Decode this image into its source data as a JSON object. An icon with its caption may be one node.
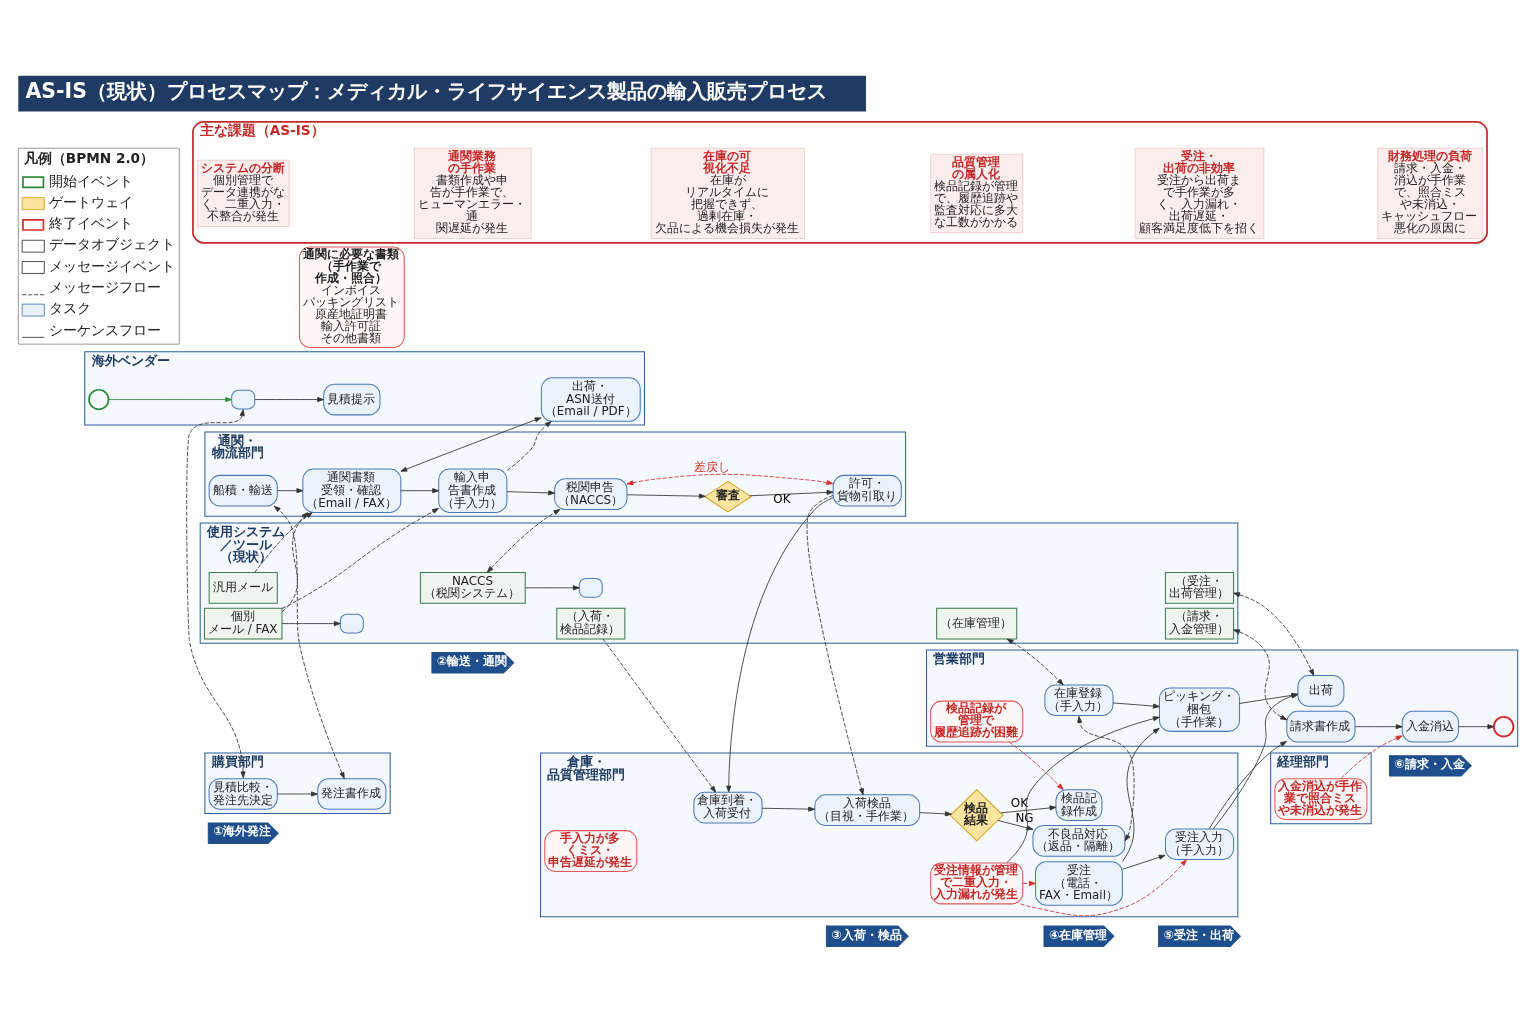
{
  "diagram": {
    "title": "AS-IS（現状）プロセスマップ：メディカル・ライフサイエンス製品の輸入販売プロセス",
    "nodes": [
      {
        "text": [
          "①海外発注"
        ]
      },
      {
        "text": [
          "②輸送・通関"
        ]
      },
      {
        "text": [
          "③入荷・検品"
        ]
      },
      {
        "text": [
          "④在庫管理"
        ]
      },
      {
        "text": [
          "⑤受注・出荷"
        ]
      },
      {
        "text": [
          "⑥請求・入金"
        ]
      },
      {
        "text": [
          "海外ベンダー"
        ]
      },
      {
        "text": [],
        "shape": "circle",
        "in": 6
      },
      {
        "text": [],
        "shape": "envelope",
        "in": 6
      },
      {
        "text": [
          "見積提示"
        ],
        "in": 6
      },
      {
        "text": [
          "出荷・ASN送付（Email / PDF）"
        ],
        "in": 6
      },
      {
        "text": [
          "購買部門"
        ]
      },
      {
        "text": [
          "見積比較・発注先決定"
        ],
        "in": 11
      },
      {
        "text": [
          "発注書作成"
        ],
        "in": 11
      },
      {
        "text": [
          "通関・物流部門"
        ]
      },
      {
        "text": [
          "船積・輸送"
        ],
        "in": 14
      },
      {
        "text": [
          "通関書類受領・確認（Email / FAX）"
        ],
        "in": 14
      },
      {
        "text": [
          "輸入申告書作成（手入力）"
        ],
        "in": 14
      },
      {
        "text": [
          "税関申告（NACCS）"
        ],
        "in": 14
      },
      {
        "text": [
          "審査"
        ],
        "in": 14
      },
      {
        "text": [
          "許可・貨物引取り"
        ],
        "in": 14
      },
      {
        "text": [
          "通関に必要な書類（手作業で作成・照合）",
          "インボイス",
          "パッキングリスト",
          "原産地証明書",
          "輸入許可証",
          "その他書類"
        ]
      },
      {
        "text": [
          "倉庫・品質管理部門"
        ]
      },
      {
        "text": [
          "手入力が多くミス・申告遅延が発生"
        ],
        "in": 22
      },
      {
        "text": [
          "倉庫到着・入荷受付"
        ],
        "in": 22
      },
      {
        "text": [
          "入荷検品（目視・手作業）"
        ],
        "in": 22
      },
      {
        "text": [
          "検品結果"
        ],
        "in": 22
      },
      {
        "text": [
          "不良品対応（返品・隔離）"
        ],
        "in": 22
      },
      {
        "text": [
          "受注（電話・FAX・Email）"
        ],
        "in": 22
      },
      {
        "text": [
          "受注入力（手入力）"
        ],
        "in": 22
      },
      {
        "text": [
          "検品記録作成"
        ],
        "in": 22
      },
      {
        "text": [
          "受注情報が管理で二重入力・入力漏れが発生"
        ],
        "in": 22
      },
      {
        "text": [
          "営業部門"
        ]
      },
      {
        "text": [
          "検品記録が管理で履歴追跡が困難"
        ],
        "in": 32
      },
      {
        "text": [
          "在庫登録（手入力）"
        ],
        "in": 32
      },
      {
        "text": [
          "ピッキング・梱包（手作業）"
        ],
        "in": 32
      },
      {
        "text": [
          "出荷"
        ],
        "in": 32
      },
      {
        "text": [
          "請求書作成"
        ],
        "in": 32
      },
      {
        "text": [
          "入金消込"
        ],
        "in": 32
      },
      {
        "text": [],
        "shape": "circle",
        "in": 32
      },
      {
        "text": [
          "経理部門"
        ]
      },
      {
        "text": [
          "入金消込が手作業で照合ミスや未消込が発生"
        ],
        "in": 40
      },
      {
        "text": [
          "使用システム／ツール（現状）"
        ]
      },
      {
        "text": [
          "汎用メール"
        ],
        "in": 42
      },
      {
        "text": [
          "個別メール / FAX"
        ],
        "in": 42
      },
      {
        "text": [
          "NACCS（税関システム）"
        ],
        "in": 42
      },
      {
        "text": [
          "（入荷・検品記録）"
        ],
        "in": 42
      },
      {
        "text": [
          "（在庫管理）"
        ],
        "in": 42
      },
      {
        "text": [
          "（受注・出荷管理）"
        ],
        "in": 42
      },
      {
        "text": [
          "（請求・入金管理）"
        ],
        "in": 42
      },
      {
        "text": [],
        "shape": "box",
        "in": 42
      },
      {
        "text": [],
        "shape": "cylinder",
        "in": 42
      },
      {
        "text": [
          "主な課題（AS-IS）"
        ]
      },
      {
        "text": [
          "システムの分断",
          "個別管理でデータ連携がなく、二重入力・不整合が発生"
        ],
        "in": 52
      },
      {
        "text": [
          "通関業務の手作業",
          "書類作成や申告が手作業で、ヒューマンエラー・通関遅延が発生"
        ],
        "in": 52
      },
      {
        "text": [
          "在庫の可視化不足",
          "在庫がリアルタイムに把握できず、過剰在庫・欠品による機会損失が発生"
        ],
        "in": 52
      },
      {
        "text": [
          "品質管理の属人化",
          "検品記録が管理で、履歴追跡や監査対応に多大な工数がかかる"
        ],
        "in": 52
      },
      {
        "text": [
          "受注・出荷の非効率",
          "受注から出荷まで手作業が多く、入力漏れ・出荷遅延・顧客満足度低下を招く"
        ],
        "in": 52
      },
      {
        "text": [
          "財務処理の負荷",
          "請求・入金・消込が手作業で、照合ミスや未消込・キャッシュフロー悪化の原因に"
        ],
        "in": 52
      }
    ],
    "edges": [
      {
        "from": 7,
        "to": 8,
        "arrow": "to",
        "color": "#2e8b3a"
      },
      {
        "from": 8,
        "to": 9,
        "arrow": "to"
      },
      {
        "from": 8,
        "to": 12,
        "arrow": "both",
        "style": "dashed"
      },
      {
        "from": 12,
        "to": 13,
        "arrow": "to"
      },
      {
        "from": 13,
        "to": 15,
        "arrow": "both",
        "style": "dashed"
      },
      {
        "from": 15,
        "to": 16,
        "arrow": "to"
      },
      {
        "from": 16,
        "to": 10,
        "arrow": "both"
      },
      {
        "from": 16,
        "to": 17,
        "arrow": "to"
      },
      {
        "from": 17,
        "to": 10,
        "arrow": "to",
        "style": "dashed"
      },
      {
        "from": 17,
        "to": 18,
        "arrow": "to"
      },
      {
        "from": 18,
        "to": 19,
        "arrow": "to"
      },
      {
        "from": 19,
        "to": 20,
        "arrow": "to",
        "label": "OK"
      },
      {
        "from": 18,
        "to": 20,
        "arrow": "both",
        "style": "dashed",
        "color": "#d32f2f",
        "label": "差戻し"
      },
      {
        "from": 20,
        "to": 24,
        "arrow": "to"
      },
      {
        "from": 20,
        "to": 25,
        "arrow": "to",
        "style": "dashed"
      },
      {
        "from": 24,
        "to": 25,
        "arrow": "to"
      },
      {
        "from": 25,
        "to": 26,
        "arrow": "to"
      },
      {
        "from": 26,
        "to": 27,
        "arrow": "to",
        "label": "NG"
      },
      {
        "from": 26,
        "to": 30,
        "arrow": "to",
        "label": "OK"
      },
      {
        "from": 27,
        "to": 34,
        "arrow": "both",
        "style": "dashed"
      },
      {
        "from": 28,
        "to": 29,
        "arrow": "to"
      },
      {
        "from": 31,
        "to": 28,
        "arrow": "to",
        "style": "dashed",
        "color": "#d32f2f"
      },
      {
        "from": 31,
        "to": 29,
        "arrow": "to",
        "style": "dashed",
        "color": "#d32f2f"
      },
      {
        "from": 28,
        "to": 35,
        "arrow": "to"
      },
      {
        "from": 31,
        "to": 35,
        "arrow": "to"
      },
      {
        "from": 29,
        "to": 36,
        "arrow": "to"
      },
      {
        "from": 29,
        "to": 37,
        "arrow": "to"
      },
      {
        "from": 34,
        "to": 35,
        "arrow": "to"
      },
      {
        "from": 35,
        "to": 36,
        "arrow": "to"
      },
      {
        "from": 37,
        "to": 38,
        "arrow": "to"
      },
      {
        "from": 38,
        "to": 39,
        "arrow": "to"
      },
      {
        "from": 33,
        "to": 30,
        "arrow": "to",
        "style": "dashed",
        "color": "#d32f2f"
      },
      {
        "from": 41,
        "to": 38,
        "arrow": "to",
        "style": "dashed",
        "color": "#d32f2f"
      },
      {
        "from": 43,
        "to": 16,
        "arrow": "to",
        "style": "dashed"
      },
      {
        "from": 44,
        "to": 16,
        "arrow": "to",
        "style": "dashed"
      },
      {
        "from": 44,
        "to": 17,
        "arrow": "to",
        "style": "dashed"
      },
      {
        "from": 45,
        "to": 18,
        "arrow": "both",
        "style": "dashed"
      },
      {
        "from": 46,
        "to": 24,
        "arrow": "to",
        "style": "dashed"
      },
      {
        "from": 47,
        "to": 34,
        "arrow": "both",
        "style": "dashed"
      },
      {
        "from": 48,
        "to": 36,
        "arrow": "both",
        "style": "dashed"
      },
      {
        "from": 49,
        "to": 37,
        "arrow": "both",
        "style": "dashed"
      },
      {
        "from": 44,
        "to": 50,
        "arrow": "to"
      },
      {
        "from": 45,
        "to": 51,
        "arrow": "to"
      }
    ],
    "labels": [
      "凡例（BPMN 2.0）"
    ],
    "legend": [
      {
        "text": "開始イベント"
      },
      {
        "text": "ゲートウェイ"
      },
      {
        "text": "終了イベント"
      },
      {
        "text": "データオブジェクト"
      },
      {
        "text": "メッセージイベント"
      },
      {
        "text": "メッセージフロー"
      },
      {
        "text": "タスク"
      },
      {
        "text": "シーケンスフロー"
      }
    ]
  }
}
